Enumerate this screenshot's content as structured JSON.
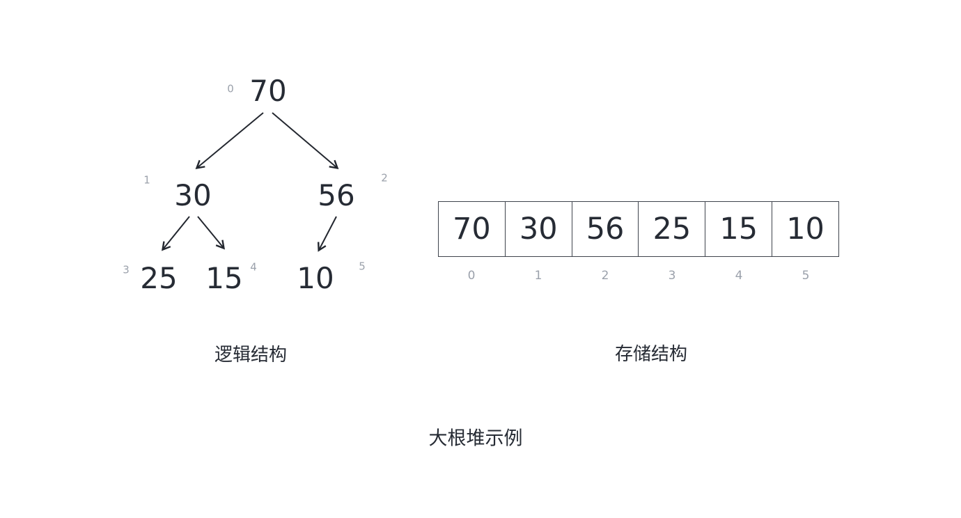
{
  "colors": {
    "background": "#ffffff",
    "value_text": "#262b34",
    "index_text": "#9ba1ab",
    "line": "#3e434c"
  },
  "tree": {
    "label": "逻辑结构",
    "nodes": [
      {
        "value": "70",
        "index": "0"
      },
      {
        "value": "30",
        "index": "1"
      },
      {
        "value": "56",
        "index": "2"
      },
      {
        "value": "25",
        "index": "3"
      },
      {
        "value": "15",
        "index": "4"
      },
      {
        "value": "10",
        "index": "5"
      }
    ],
    "edges": [
      {
        "from": "0",
        "to": "1"
      },
      {
        "from": "0",
        "to": "2"
      },
      {
        "from": "1",
        "to": "3"
      },
      {
        "from": "1",
        "to": "4"
      },
      {
        "from": "2",
        "to": "5"
      }
    ]
  },
  "array": {
    "label": "存储结构",
    "cells": [
      {
        "value": "70",
        "index": "0"
      },
      {
        "value": "30",
        "index": "1"
      },
      {
        "value": "56",
        "index": "2"
      },
      {
        "value": "25",
        "index": "3"
      },
      {
        "value": "15",
        "index": "4"
      },
      {
        "value": "10",
        "index": "5"
      }
    ]
  },
  "caption": "大根堆示例"
}
